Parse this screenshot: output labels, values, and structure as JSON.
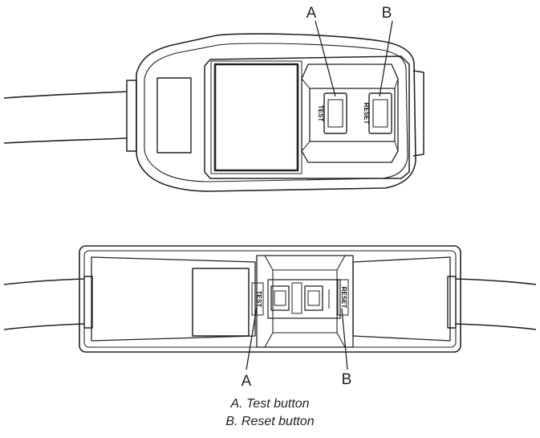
{
  "callouts": {
    "top_a": "A",
    "top_b": "B",
    "bottom_a": "A",
    "bottom_b": "B"
  },
  "button_labels": {
    "top_test": "TEST",
    "top_reset": "RESET",
    "bottom_test": "TEST",
    "bottom_reset": "RESET"
  },
  "legend": [
    "A. Test button",
    "B. Reset button"
  ]
}
